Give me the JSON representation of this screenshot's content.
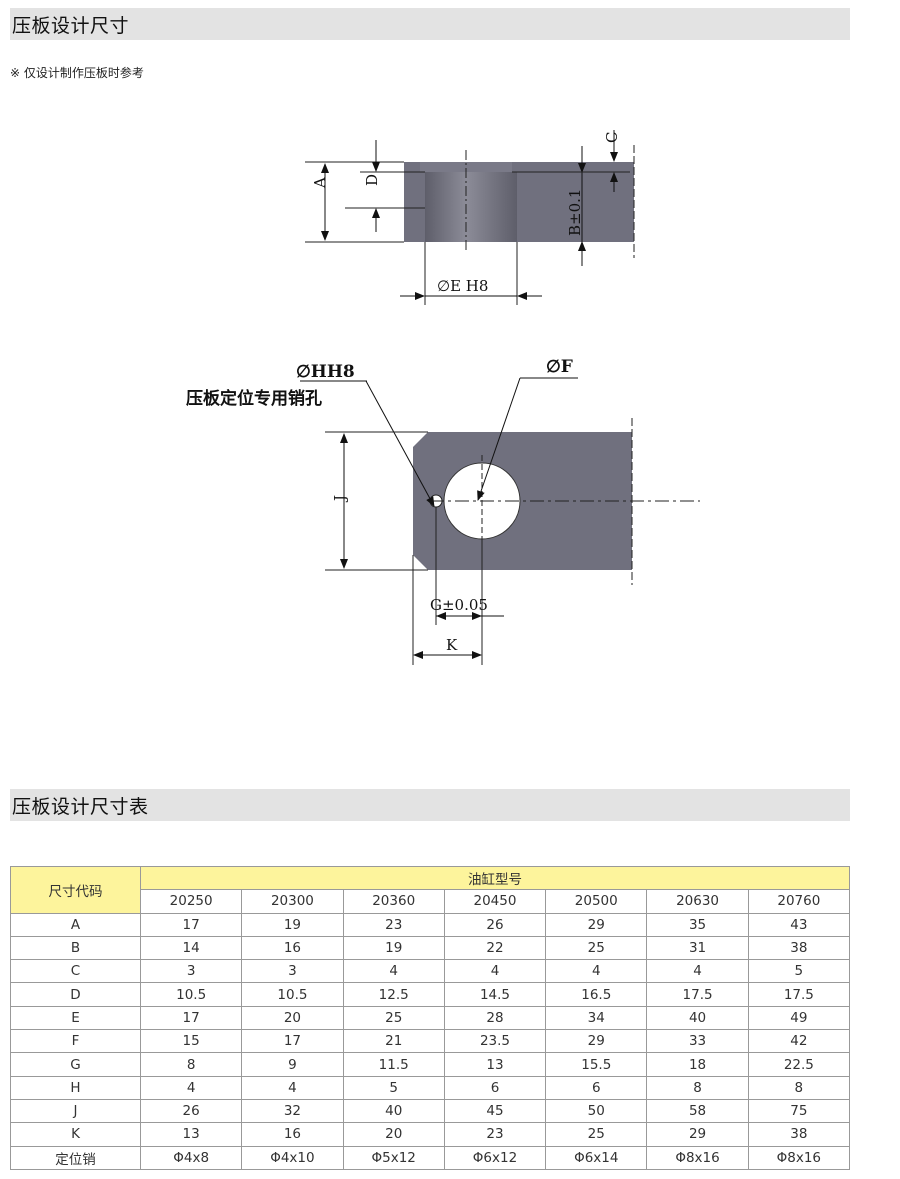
{
  "section1": {
    "title": "压板设计尺寸"
  },
  "note": "※ 仅设计制作压板时参考",
  "drawing": {
    "side_view": {
      "label_a": "A",
      "label_d": "D",
      "label_b": "B±0.1",
      "label_c": "C",
      "label_e": "∅E H8"
    },
    "top_view": {
      "label_h": "∅HH8",
      "label_pin": "压板定位专用销孔",
      "label_f": "∅F",
      "label_j": "J",
      "label_g": "G±0.05",
      "label_k": "K"
    },
    "colors": {
      "plate": "#70707e",
      "plate_dark": "#5c5c68",
      "bore_light": "#8a8a96"
    }
  },
  "section2": {
    "title": "压板设计尺寸表"
  },
  "table": {
    "corner": "尺寸代码",
    "group_header": "油缸型号",
    "models": [
      "20250",
      "20300",
      "20360",
      "20450",
      "20500",
      "20630",
      "20760"
    ],
    "rows": [
      {
        "label": "A",
        "values": [
          "17",
          "19",
          "23",
          "26",
          "29",
          "35",
          "43"
        ]
      },
      {
        "label": "B",
        "values": [
          "14",
          "16",
          "19",
          "22",
          "25",
          "31",
          "38"
        ]
      },
      {
        "label": "C",
        "values": [
          "3",
          "3",
          "4",
          "4",
          "4",
          "4",
          "5"
        ]
      },
      {
        "label": "D",
        "values": [
          "10.5",
          "10.5",
          "12.5",
          "14.5",
          "16.5",
          "17.5",
          "17.5"
        ]
      },
      {
        "label": "E",
        "values": [
          "17",
          "20",
          "25",
          "28",
          "34",
          "40",
          "49"
        ]
      },
      {
        "label": "F",
        "values": [
          "15",
          "17",
          "21",
          "23.5",
          "29",
          "33",
          "42"
        ]
      },
      {
        "label": "G",
        "values": [
          "8",
          "9",
          "11.5",
          "13",
          "15.5",
          "18",
          "22.5"
        ]
      },
      {
        "label": "H",
        "values": [
          "4",
          "4",
          "5",
          "6",
          "6",
          "8",
          "8"
        ]
      },
      {
        "label": "J",
        "values": [
          "26",
          "32",
          "40",
          "45",
          "50",
          "58",
          "75"
        ]
      },
      {
        "label": "K",
        "values": [
          "13",
          "16",
          "20",
          "23",
          "25",
          "29",
          "38"
        ]
      },
      {
        "label": "定位销",
        "values": [
          "Φ4x8",
          "Φ4x10",
          "Φ5x12",
          "Φ6x12",
          "Φ6x14",
          "Φ8x16",
          "Φ8x16"
        ]
      }
    ],
    "header_color": "#fdf49c"
  }
}
